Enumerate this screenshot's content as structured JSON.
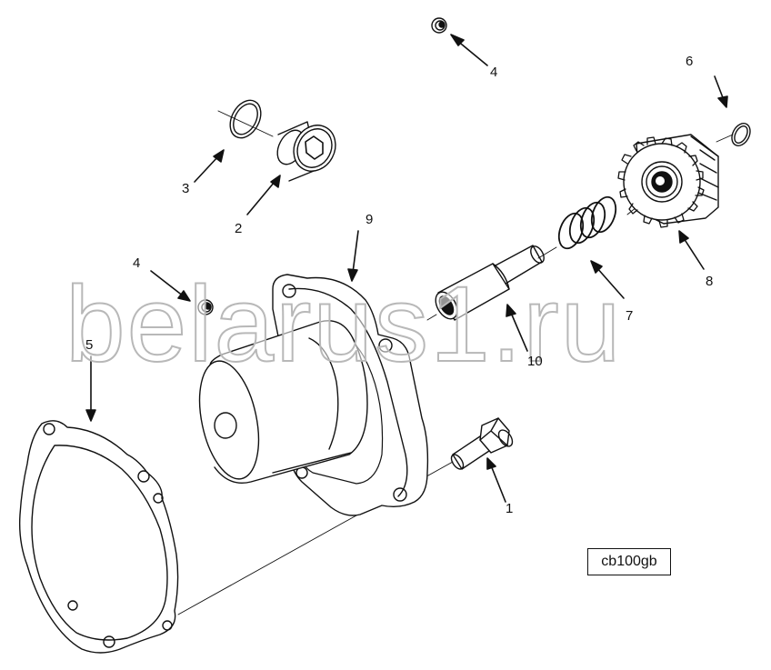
{
  "callouts": {
    "c1": "1",
    "c2": "2",
    "c3": "3",
    "c4_top": "4",
    "c4_left": "4",
    "c5": "5",
    "c6": "6",
    "c7": "7",
    "c8": "8",
    "c9": "9",
    "c10": "10"
  },
  "reference_code": "cb100gb",
  "watermark": "belarus1.ru",
  "parts": [
    {
      "number": "1",
      "icon": "capscrew-icon"
    },
    {
      "number": "2",
      "icon": "plug-icon"
    },
    {
      "number": "3",
      "icon": "o-ring-icon"
    },
    {
      "number": "4",
      "icon": "plug-small-icon"
    },
    {
      "number": "5",
      "icon": "gasket-icon"
    },
    {
      "number": "6",
      "icon": "retaining-ring-icon"
    },
    {
      "number": "7",
      "icon": "spring-icon"
    },
    {
      "number": "8",
      "icon": "gear-icon"
    },
    {
      "number": "9",
      "icon": "housing-icon"
    },
    {
      "number": "10",
      "icon": "plunger-icon"
    }
  ],
  "colors": {
    "line": "#111111",
    "watermark_outline": "#b8b8b8"
  }
}
